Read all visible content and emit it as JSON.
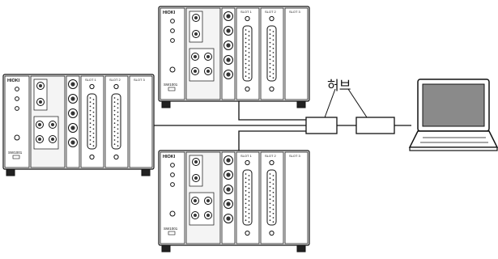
{
  "diagram": {
    "hub_label": "허브",
    "device_brand": "HIOKI",
    "device_model": "SW1001",
    "slot_labels": [
      "SLOT 1",
      "SLOT 2",
      "SLOT 3"
    ],
    "colors": {
      "line": "#111111",
      "body": "#ffffff",
      "panel": "#f4f4f4"
    },
    "devices": [
      {
        "name": "scanner-unit-top"
      },
      {
        "name": "scanner-unit-left"
      },
      {
        "name": "scanner-unit-bottom"
      }
    ],
    "hubs": [
      {
        "name": "hub-1"
      },
      {
        "name": "hub-2"
      }
    ],
    "computer": {
      "name": "laptop-computer"
    }
  }
}
